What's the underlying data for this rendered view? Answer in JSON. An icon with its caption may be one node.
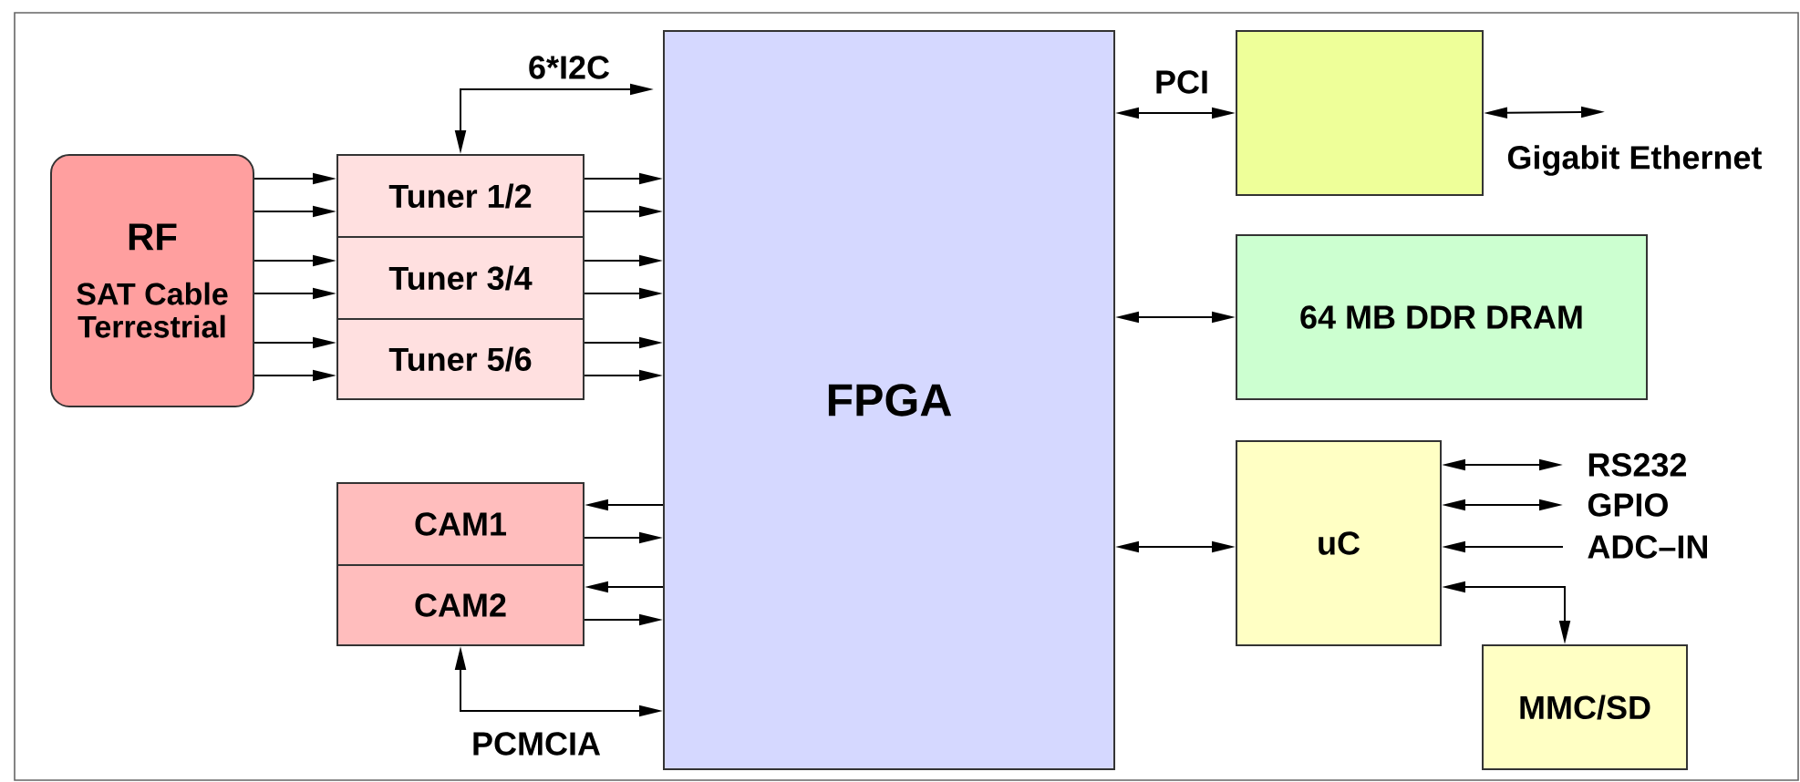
{
  "diagram": {
    "nodes": [
      {
        "text": [
          "RF",
          "SAT Cable Terrestrial"
        ]
      },
      {
        "text": [
          "Tuner 1/2"
        ]
      },
      {
        "text": [
          "Tuner 3/4"
        ]
      },
      {
        "text": [
          "Tuner 5/6"
        ]
      },
      {
        "text": [
          "CAM1"
        ]
      },
      {
        "text": [
          "CAM2"
        ]
      },
      {
        "text": [
          "FPGA"
        ]
      },
      {
        "text": [],
        "shape": "box"
      },
      {
        "text": [
          "64 MB DDR DRAM"
        ]
      },
      {
        "text": [
          "uC"
        ]
      },
      {
        "text": [
          "MMC/SD"
        ]
      },
      {
        "text": [
          "RS232"
        ]
      },
      {
        "text": [
          "GPIO"
        ]
      },
      {
        "text": [
          "ADC–IN"
        ]
      },
      {
        "text": [
          "Gigabit Ethernet"
        ]
      }
    ],
    "edges": [
      {
        "from": 0,
        "to": 1,
        "arrow": "to"
      },
      {
        "from": 0,
        "to": 1,
        "arrow": "to"
      },
      {
        "from": 0,
        "to": 2,
        "arrow": "to"
      },
      {
        "from": 0,
        "to": 2,
        "arrow": "to"
      },
      {
        "from": 0,
        "to": 3,
        "arrow": "to"
      },
      {
        "from": 0,
        "to": 3,
        "arrow": "to"
      },
      {
        "from": 1,
        "to": 6,
        "arrow": "to"
      },
      {
        "from": 1,
        "to": 6,
        "arrow": "to"
      },
      {
        "from": 2,
        "to": 6,
        "arrow": "to"
      },
      {
        "from": 2,
        "to": 6,
        "arrow": "to"
      },
      {
        "from": 3,
        "to": 6,
        "arrow": "to"
      },
      {
        "from": 3,
        "to": 6,
        "arrow": "to"
      },
      {
        "from": 6,
        "to": 4,
        "arrow": "to"
      },
      {
        "from": 4,
        "to": 6,
        "arrow": "to"
      },
      {
        "from": 6,
        "to": 5,
        "arrow": "to"
      },
      {
        "from": 5,
        "to": 6,
        "arrow": "to"
      },
      {
        "from": 6,
        "to": 1,
        "arrow": "both",
        "label": "6*I2C"
      },
      {
        "from": 5,
        "to": 6,
        "arrow": "both",
        "label": "PCMCIA"
      },
      {
        "from": 6,
        "to": 7,
        "arrow": "both",
        "label": "PCI"
      },
      {
        "from": 7,
        "to": 14,
        "arrow": "both"
      },
      {
        "from": 6,
        "to": 8,
        "arrow": "both"
      },
      {
        "from": 6,
        "to": 9,
        "arrow": "both"
      },
      {
        "from": 9,
        "to": 11,
        "arrow": "both"
      },
      {
        "from": 9,
        "to": 12,
        "arrow": "both"
      },
      {
        "from": 13,
        "to": 9,
        "arrow": "to"
      },
      {
        "from": 9,
        "to": 10,
        "arrow": "both"
      }
    ]
  }
}
